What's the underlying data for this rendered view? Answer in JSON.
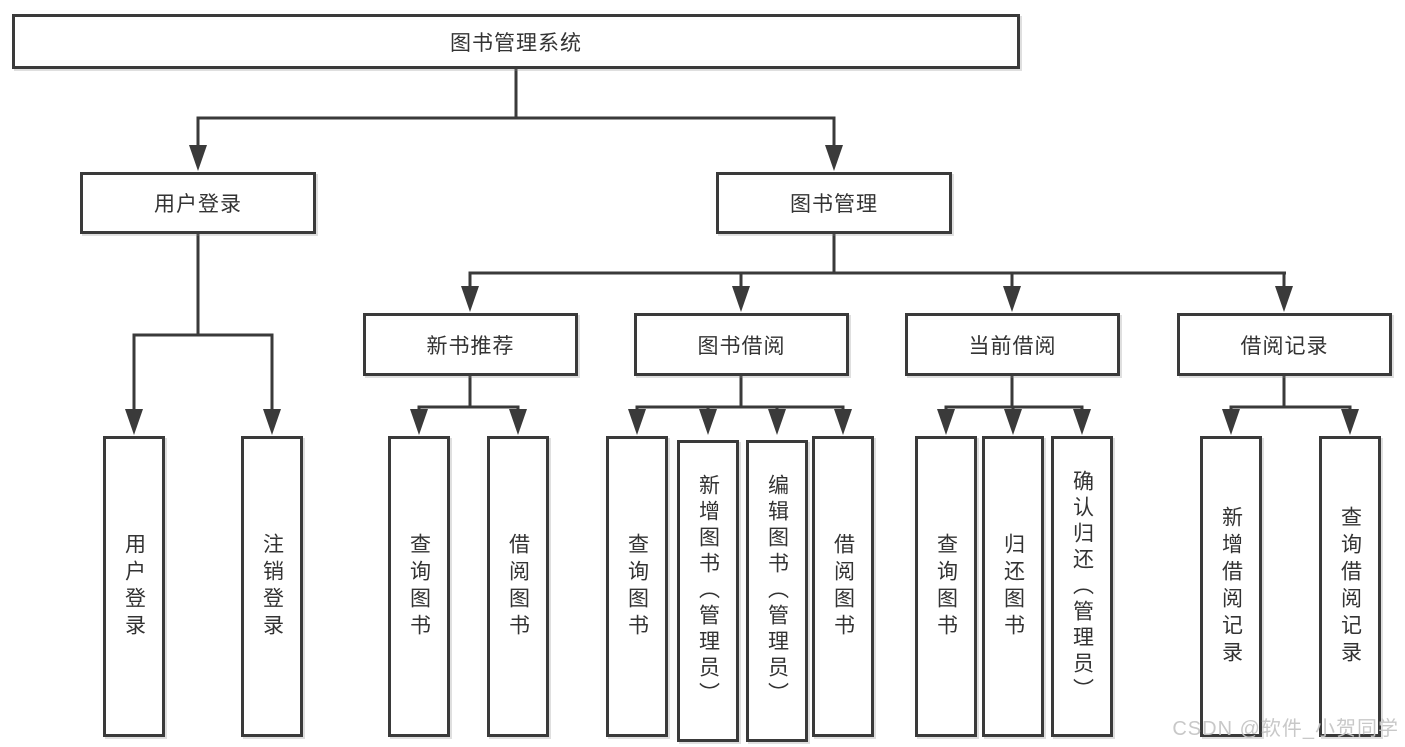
{
  "diagram": {
    "type": "tree",
    "root": {
      "label": "图书管理系统"
    },
    "level2": [
      {
        "label": "用户登录"
      },
      {
        "label": "图书管理"
      }
    ],
    "level3": [
      {
        "label": "新书推荐"
      },
      {
        "label": "图书借阅"
      },
      {
        "label": "当前借阅"
      },
      {
        "label": "借阅记录"
      }
    ],
    "leaves": [
      {
        "label": "用户登录",
        "parent": "用户登录"
      },
      {
        "label": "注销登录",
        "parent": "用户登录"
      },
      {
        "label": "查询图书",
        "parent": "新书推荐"
      },
      {
        "label": "借阅图书",
        "parent": "新书推荐"
      },
      {
        "label": "查询图书",
        "parent": "图书借阅"
      },
      {
        "label": "新增图书（管理员）",
        "parent": "图书借阅"
      },
      {
        "label": "编辑图书（管理员）",
        "parent": "图书借阅"
      },
      {
        "label": "借阅图书",
        "parent": "图书借阅"
      },
      {
        "label": "查询图书",
        "parent": "当前借阅"
      },
      {
        "label": "归还图书",
        "parent": "当前借阅"
      },
      {
        "label": "确认归还（管理员）",
        "parent": "当前借阅"
      },
      {
        "label": "新增借阅记录",
        "parent": "借阅记录"
      },
      {
        "label": "查询借阅记录",
        "parent": "借阅记录"
      }
    ],
    "colors": {
      "line": "#3a3a3a",
      "box_border": "#3a3a3a",
      "box_fill": "#ffffff",
      "text": "#333333",
      "background": "#ffffff",
      "watermark": "#c5c5c5"
    }
  },
  "watermark": {
    "text": "CSDN @软件_小贺同学"
  }
}
